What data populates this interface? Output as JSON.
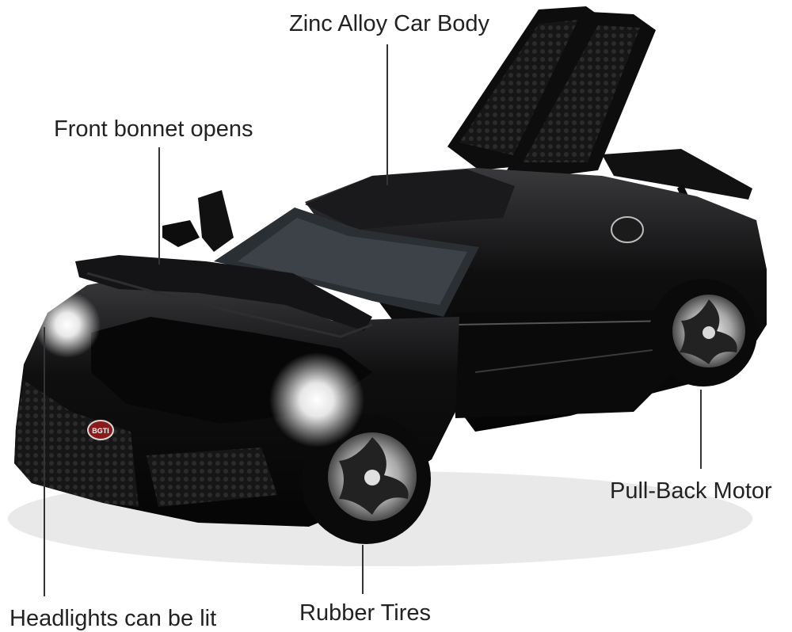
{
  "callouts": {
    "zinc_alloy": "Zinc Alloy Car Body",
    "front_bonnet": "Front bonnet opens",
    "pull_back": "Pull-Back Motor",
    "rubber_tires": "Rubber Tires",
    "headlights": "Headlights can be lit"
  },
  "badge": {
    "text": "BGTI"
  },
  "colors": {
    "background": "#ffffff",
    "car_body": "#0b0b0c",
    "label_text": "#222222",
    "leader_line": "#333333"
  }
}
